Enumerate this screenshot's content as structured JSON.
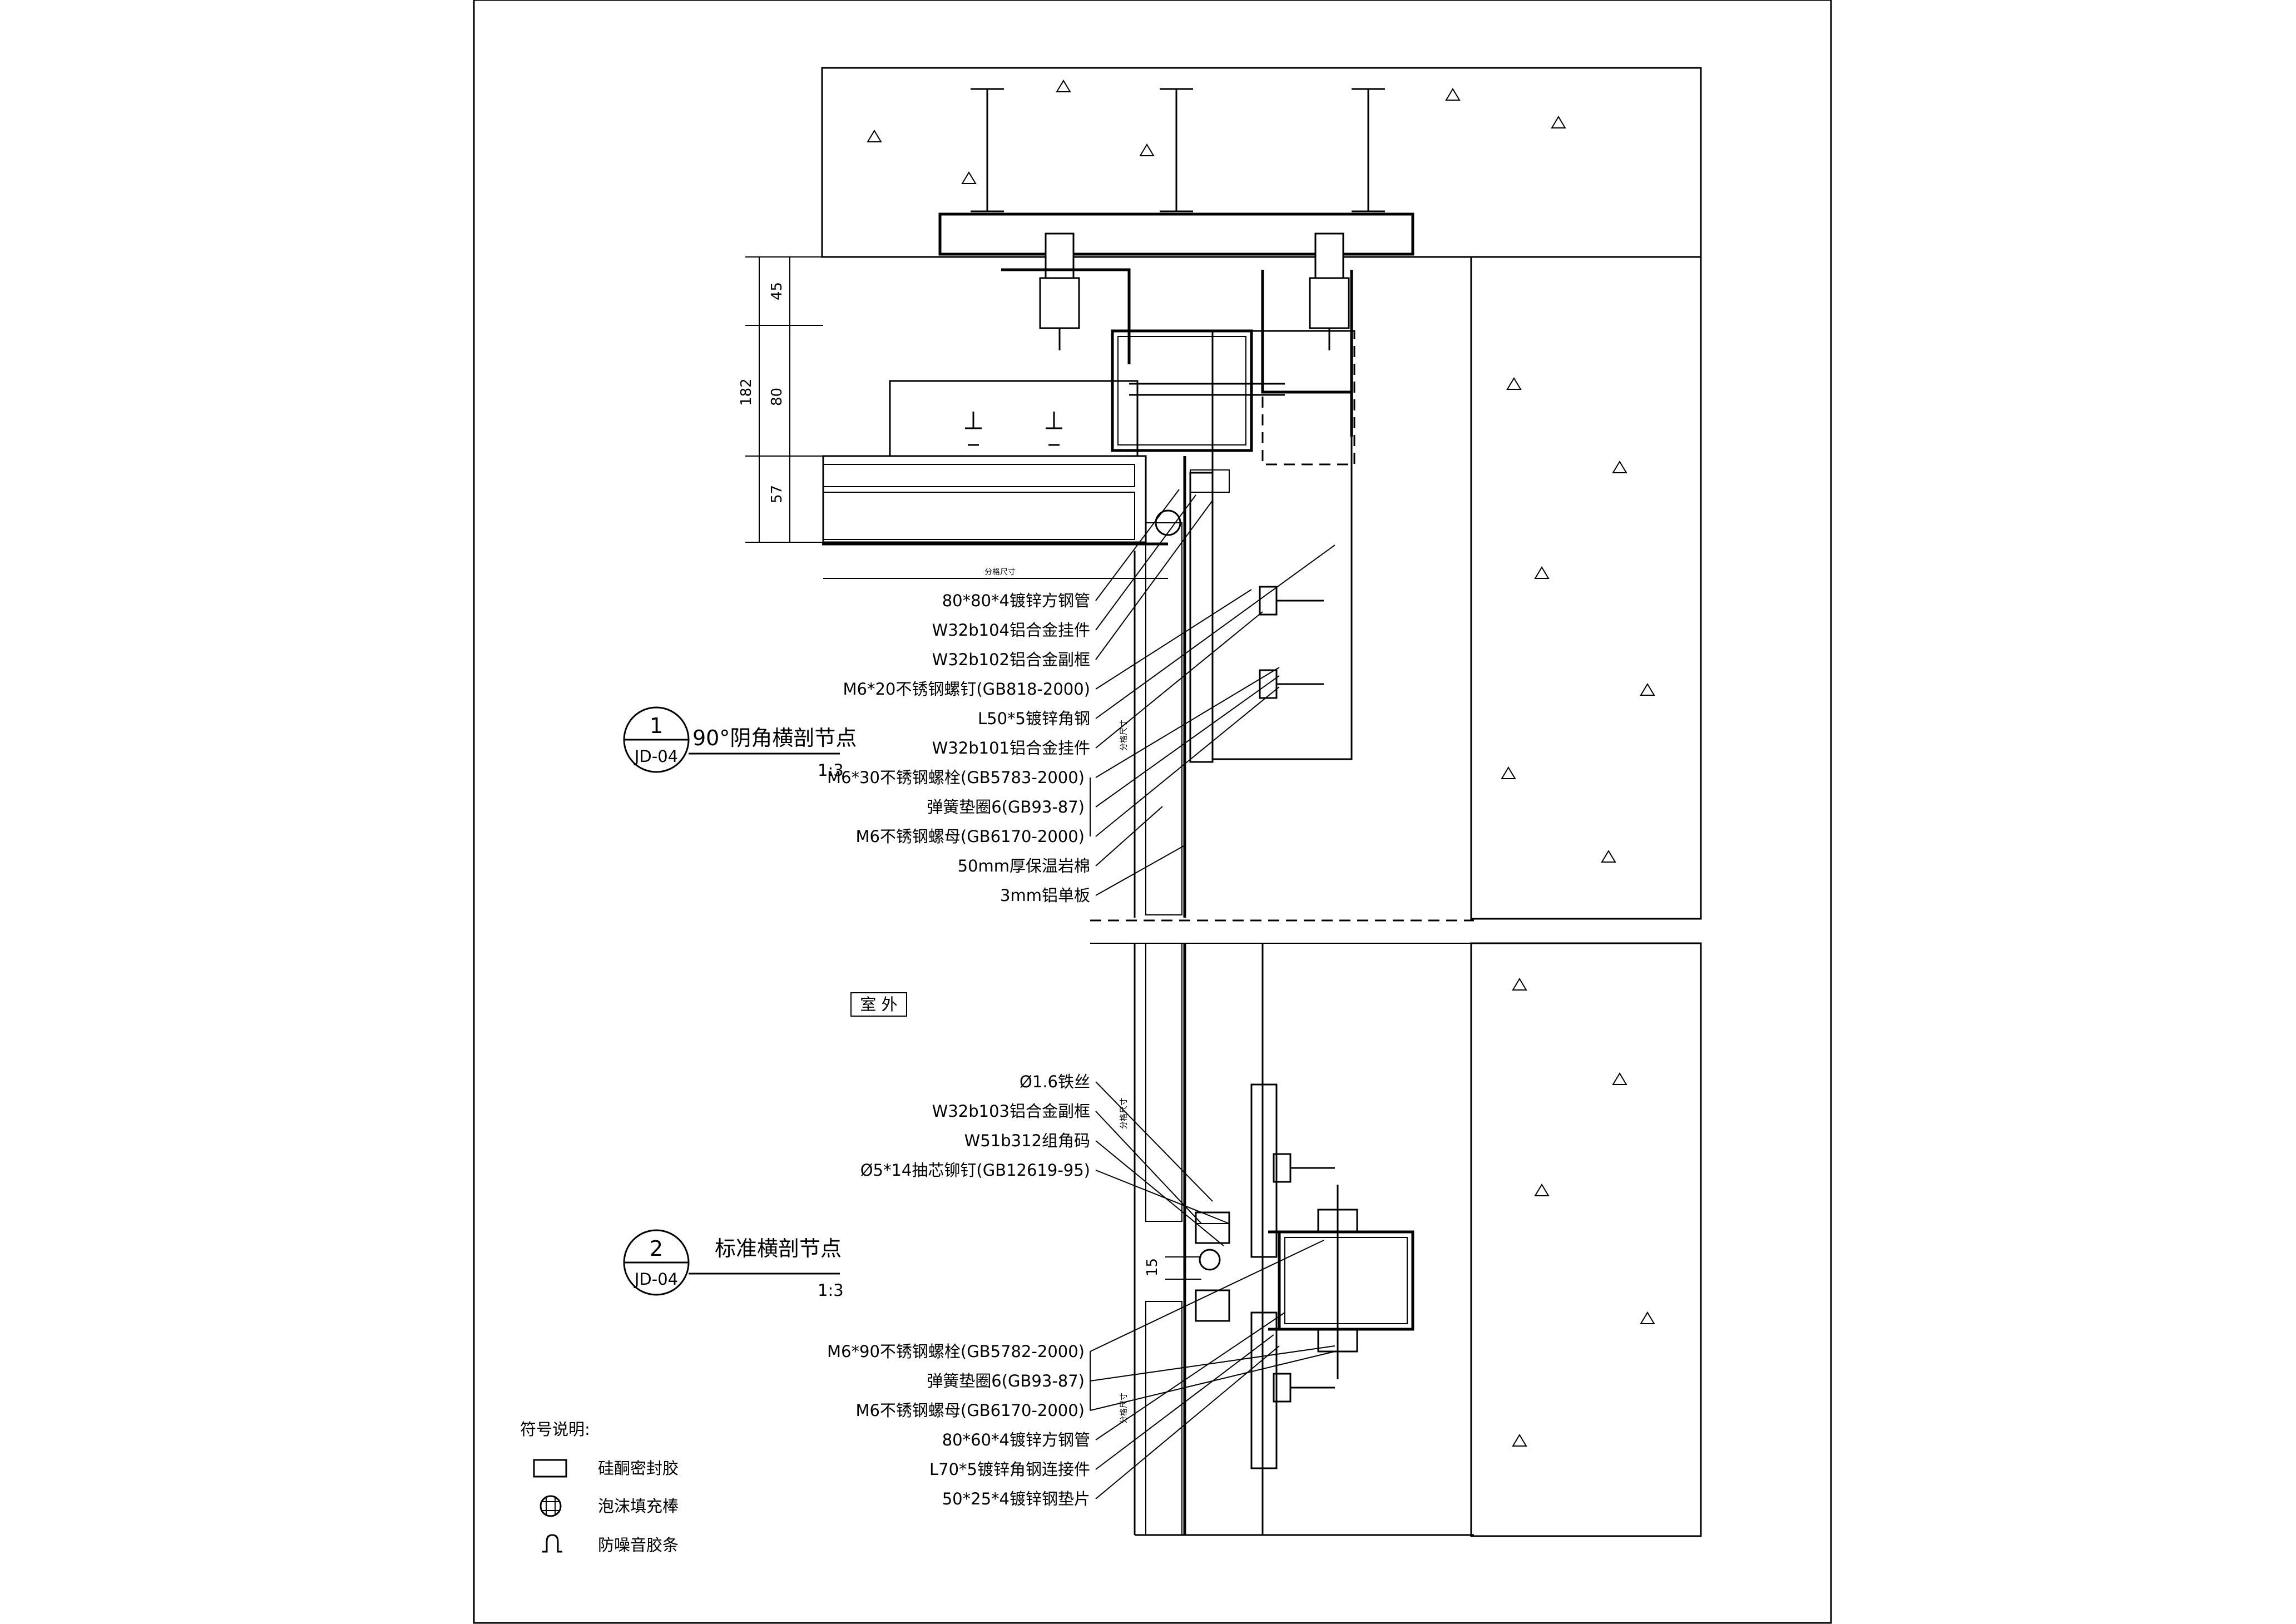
{
  "detail1": {
    "number": "1",
    "sheet": "JD-04",
    "title": "90°阴角横剖节点",
    "scale": "1:3",
    "callouts": [
      "80*80*4镀锌方钢管",
      "W32b104铝合金挂件",
      "W32b102铝合金副框",
      "M6*20不锈钢螺钉(GB818-2000)",
      "L50*5镀锌角钢",
      "W32b101铝合金挂件",
      "M6*30不锈钢螺栓(GB5783-2000)",
      "弹簧垫圈6(GB93-87)",
      "M6不锈钢螺母(GB6170-2000)",
      "50mm厚保温岩棉",
      "3mm铝单板"
    ],
    "dims": [
      "182",
      "45",
      "80",
      "57"
    ],
    "grid_label": "分格尺寸"
  },
  "detail2": {
    "number": "2",
    "sheet": "JD-04",
    "title": "标准横剖节点",
    "scale": "1:3",
    "callouts_top": [
      "Ø1.6铁丝",
      "W32b103铝合金副框",
      "W51b312组角码",
      "Ø5*14抽芯铆钉(GB12619-95)"
    ],
    "callouts_bottom": [
      "M6*90不锈钢螺栓(GB5782-2000)",
      "弹簧垫圈6(GB93-87)",
      "M6不锈钢螺母(GB6170-2000)",
      "80*60*4镀锌方钢管",
      "L70*5镀锌角钢连接件",
      "50*25*4镀锌钢垫片"
    ],
    "dims": [
      "15"
    ],
    "grid_label": "分格尺寸"
  },
  "outdoor_label": "室 外",
  "legend": {
    "title": "符号说明:",
    "items": [
      {
        "icon": "hatched-rect-icon",
        "label": "硅酮密封胶"
      },
      {
        "icon": "crosshatch-circle-icon",
        "label": "泡沫填充棒"
      },
      {
        "icon": "omega-strip-icon",
        "label": "防噪音胶条"
      }
    ]
  }
}
